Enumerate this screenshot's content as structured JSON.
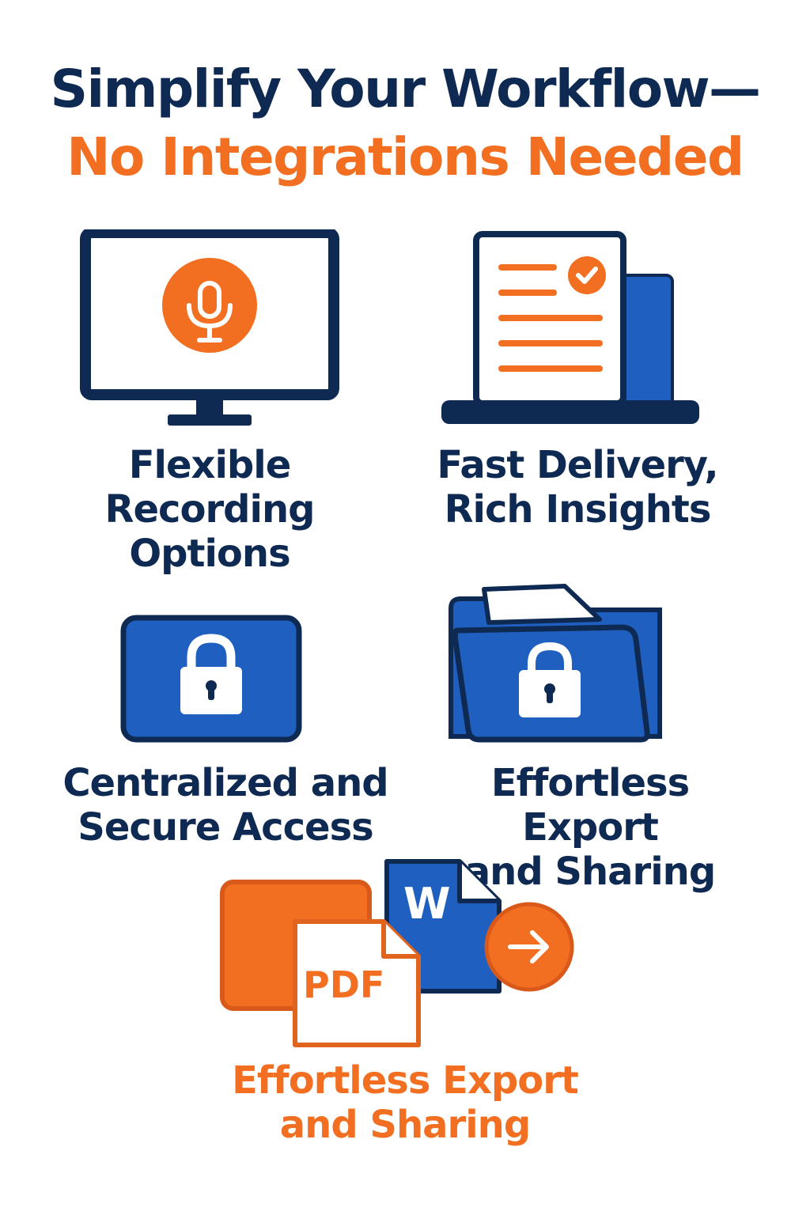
{
  "header": {
    "title_line_1": "Simplify Your Workflow—",
    "title_line_2": "No Integrations Needed"
  },
  "features": [
    {
      "label": "Flexible\nRecording\nOptions",
      "icon": "monitor-microphone-icon"
    },
    {
      "label": "Fast Delivery,\nRich Insights",
      "icon": "document-laptop-check-icon"
    },
    {
      "label": "Centralized and\nSecure Access",
      "icon": "lock-tablet-icon"
    },
    {
      "label": "Effortless Export\nand Sharing",
      "icon": "locked-folder-icon"
    }
  ],
  "export": {
    "label": "Effortless Export\nand Sharing",
    "pdf_text": "PDF",
    "word_text": "W",
    "icon": "export-files-arrow-icon"
  },
  "colors": {
    "navy": "#0f2a52",
    "orange": "#f26f21",
    "blue": "#1e5fc0"
  }
}
